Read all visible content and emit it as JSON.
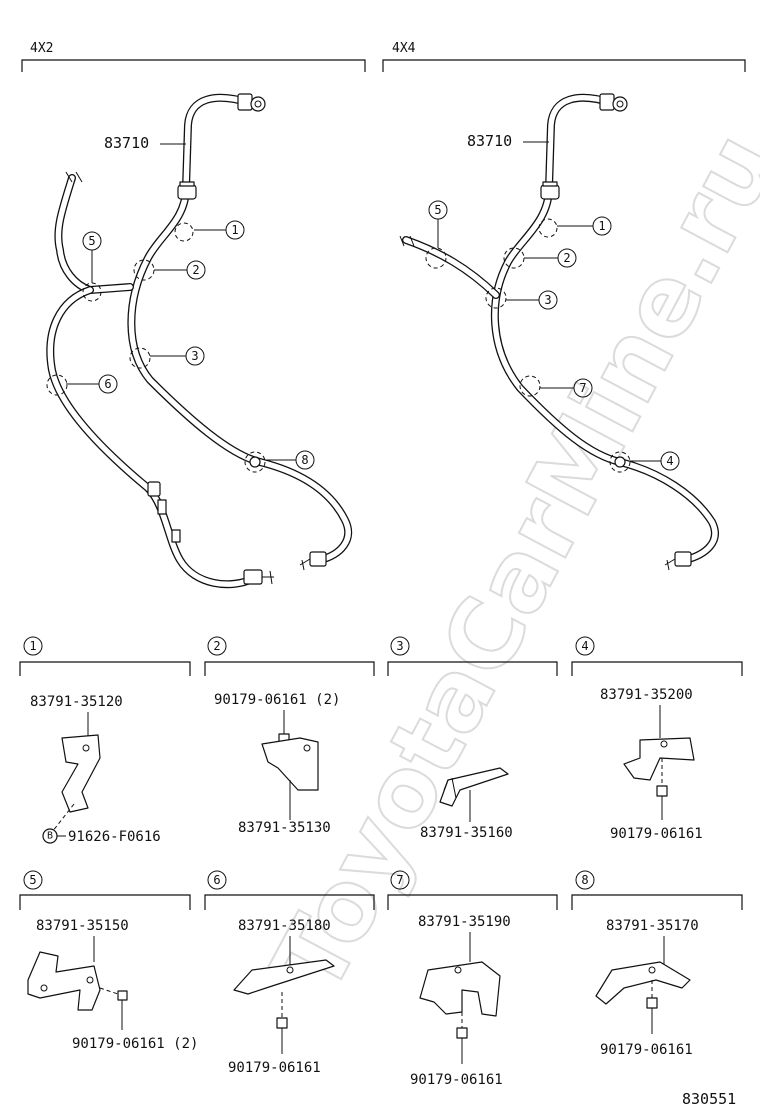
{
  "sections": {
    "left": {
      "label": "4X2"
    },
    "right": {
      "label": "4X4"
    }
  },
  "main_part_number": "83710",
  "callouts": {
    "left": [
      "1",
      "2",
      "3",
      "5",
      "6",
      "8"
    ],
    "right": [
      "1",
      "2",
      "3",
      "4",
      "5",
      "7"
    ]
  },
  "details": [
    {
      "num": "1",
      "parts": [
        "83791-35120",
        "91626-F0616"
      ],
      "bolt_badge": "B"
    },
    {
      "num": "2",
      "parts": [
        "90179-06161 (2)",
        "83791-35130"
      ]
    },
    {
      "num": "3",
      "parts": [
        "83791-35160"
      ]
    },
    {
      "num": "4",
      "parts": [
        "83791-35200",
        "90179-06161"
      ]
    },
    {
      "num": "5",
      "parts": [
        "83791-35150",
        "90179-06161 (2)"
      ]
    },
    {
      "num": "6",
      "parts": [
        "83791-35180",
        "90179-06161"
      ]
    },
    {
      "num": "7",
      "parts": [
        "83791-35190",
        "90179-06161"
      ]
    },
    {
      "num": "8",
      "parts": [
        "83791-35170",
        "90179-06161"
      ]
    }
  ],
  "drawing_code": "830551",
  "watermark": "ToyotaCarMine.ru"
}
